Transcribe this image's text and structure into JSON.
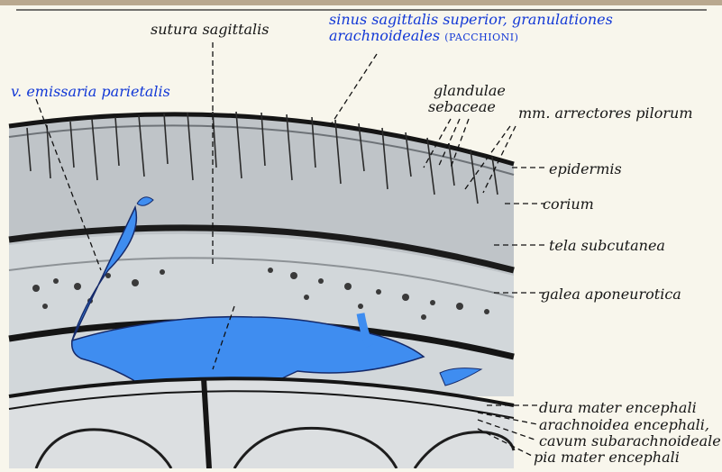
{
  "labels": {
    "sutura_sagittalis": "sutura sagittalis",
    "sinus_line1": "sinus sagittalis superior, granulationes",
    "sinus_line2": "arachnoideales",
    "sinus_paren": "(PACCHIONI)",
    "v_emissaria": "v. emissaria parietalis",
    "glandulae_1": "glandulae",
    "glandulae_2": "sebaceae",
    "mm_arrectores": "mm. arrectores pilorum",
    "epidermis": "epidermis",
    "corium": "corium",
    "tela_subcutanea": "tela subcutanea",
    "galea": "galea aponeurotica",
    "dura": "dura mater encephali",
    "arachnoidea": "arachnoidea encephali,",
    "cavum": "cavum subarachnoideale",
    "pia": "pia mater encephali"
  },
  "colors": {
    "label_blue": "#1238d6",
    "venous_blue": "#3f8df0",
    "leader": "#111111",
    "skin_grey": "#b9bfc3",
    "bone": "#d4d8db",
    "dark_layer": "#1b1b1b"
  }
}
